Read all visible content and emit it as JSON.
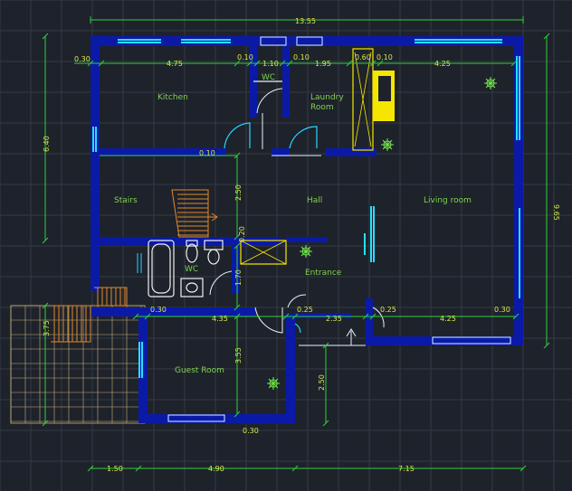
{
  "rooms": {
    "kitchen": "Kitchen",
    "wc_top": "WC",
    "laundry_line1": "Laundry",
    "laundry_line2": "Room",
    "stairs": "Stairs",
    "hall": "Hall",
    "living": "Living room",
    "wc_bottom": "WC",
    "entrance": "Entrance",
    "guest": "Guest Room"
  },
  "dimensions": {
    "top_total": "13.55",
    "top_segments": [
      "0.30",
      "4.75",
      "0.10",
      "1.10",
      "0.10",
      "1.95",
      "0.60",
      "0.10",
      "4.25"
    ],
    "left_height": "6.40",
    "right_height": "9.65",
    "stairs_height": "2.50",
    "inner_010": "0.10",
    "inner_020": "0.20",
    "inner_170": "1.70",
    "mid_row": [
      "0.30",
      "4.35",
      "0.25",
      "2.35",
      "0.25",
      "4.25",
      "0.30"
    ],
    "left_375": "3.75",
    "guest_height": "3.55",
    "entry_250": "2.50",
    "bottom_030": "0.30",
    "bottom_row": [
      "1.50",
      "4.90",
      "7.15"
    ]
  },
  "colors": {
    "background": "#1e222b",
    "wall": "#0b1aa6",
    "window": "#25e0ff",
    "dimension": "#2fd13a",
    "dimension_text": "#d8e84a",
    "room_text": "#7fd24f",
    "stairs": "#e08a2a"
  }
}
